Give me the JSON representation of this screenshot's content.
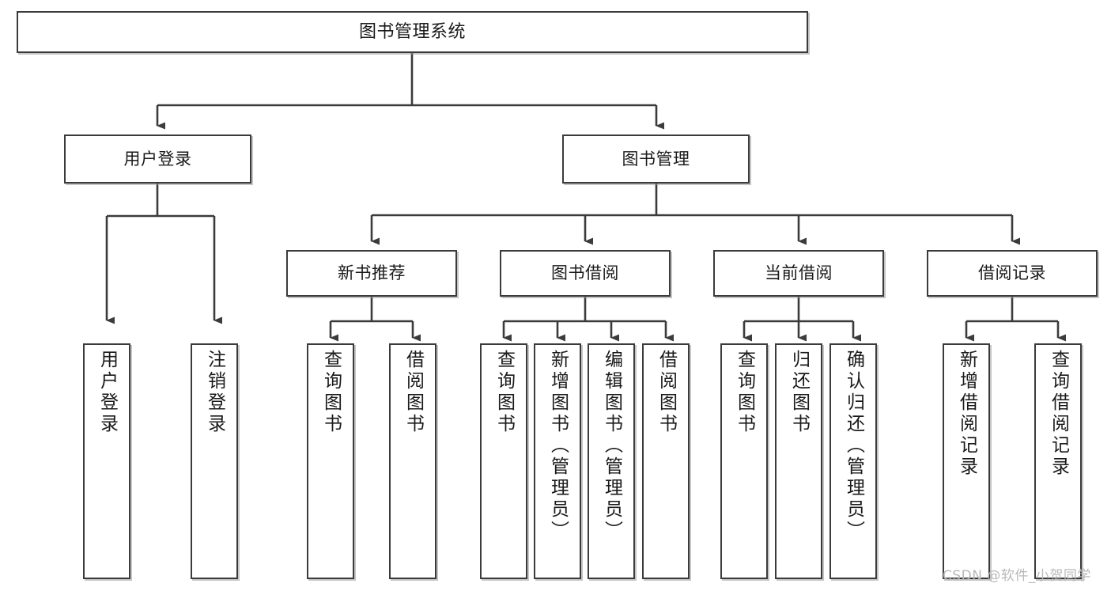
{
  "diagram": {
    "type": "tree",
    "title": "图书管理系统",
    "watermark": "CSDN @软件_小贺同学",
    "colors": {
      "stroke": "#3b3b3b",
      "fill": "#ffffff",
      "text": "#1a1a1a",
      "watermark": "#b9b9b9"
    },
    "nodes": {
      "root": {
        "label": "图书管理系统"
      },
      "level2": [
        {
          "id": "user-login",
          "label": "用户登录"
        },
        {
          "id": "book-manage",
          "label": "图书管理"
        }
      ],
      "level3": [
        {
          "id": "new-book-recommend",
          "label": "新书推荐"
        },
        {
          "id": "book-borrow",
          "label": "图书借阅"
        },
        {
          "id": "current-borrow",
          "label": "当前借阅"
        },
        {
          "id": "borrow-record",
          "label": "借阅记录"
        }
      ],
      "leaves": [
        {
          "id": "leaf-user-login",
          "label": "用户登录",
          "parent": "user-login"
        },
        {
          "id": "leaf-user-logout",
          "label": "注销登录",
          "parent": "user-login"
        },
        {
          "id": "leaf-query-book-1",
          "label": "查询图书",
          "parent": "new-book-recommend"
        },
        {
          "id": "leaf-borrow-book-1",
          "label": "借阅图书",
          "parent": "new-book-recommend"
        },
        {
          "id": "leaf-query-book-2",
          "label": "查询图书",
          "parent": "book-borrow"
        },
        {
          "id": "leaf-add-book",
          "label": "新增图书（管理员）",
          "parent": "book-borrow"
        },
        {
          "id": "leaf-edit-book",
          "label": "编辑图书（管理员）",
          "parent": "book-borrow"
        },
        {
          "id": "leaf-borrow-book-2",
          "label": "借阅图书",
          "parent": "book-borrow"
        },
        {
          "id": "leaf-query-book-3",
          "label": "查询图书",
          "parent": "current-borrow"
        },
        {
          "id": "leaf-return-book",
          "label": "归还图书",
          "parent": "current-borrow"
        },
        {
          "id": "leaf-confirm-return",
          "label": "确认归还（管理员）",
          "parent": "current-borrow"
        },
        {
          "id": "leaf-add-record",
          "label": "新增借阅记录",
          "parent": "borrow-record"
        },
        {
          "id": "leaf-query-record",
          "label": "查询借阅记录",
          "parent": "borrow-record"
        }
      ]
    }
  }
}
